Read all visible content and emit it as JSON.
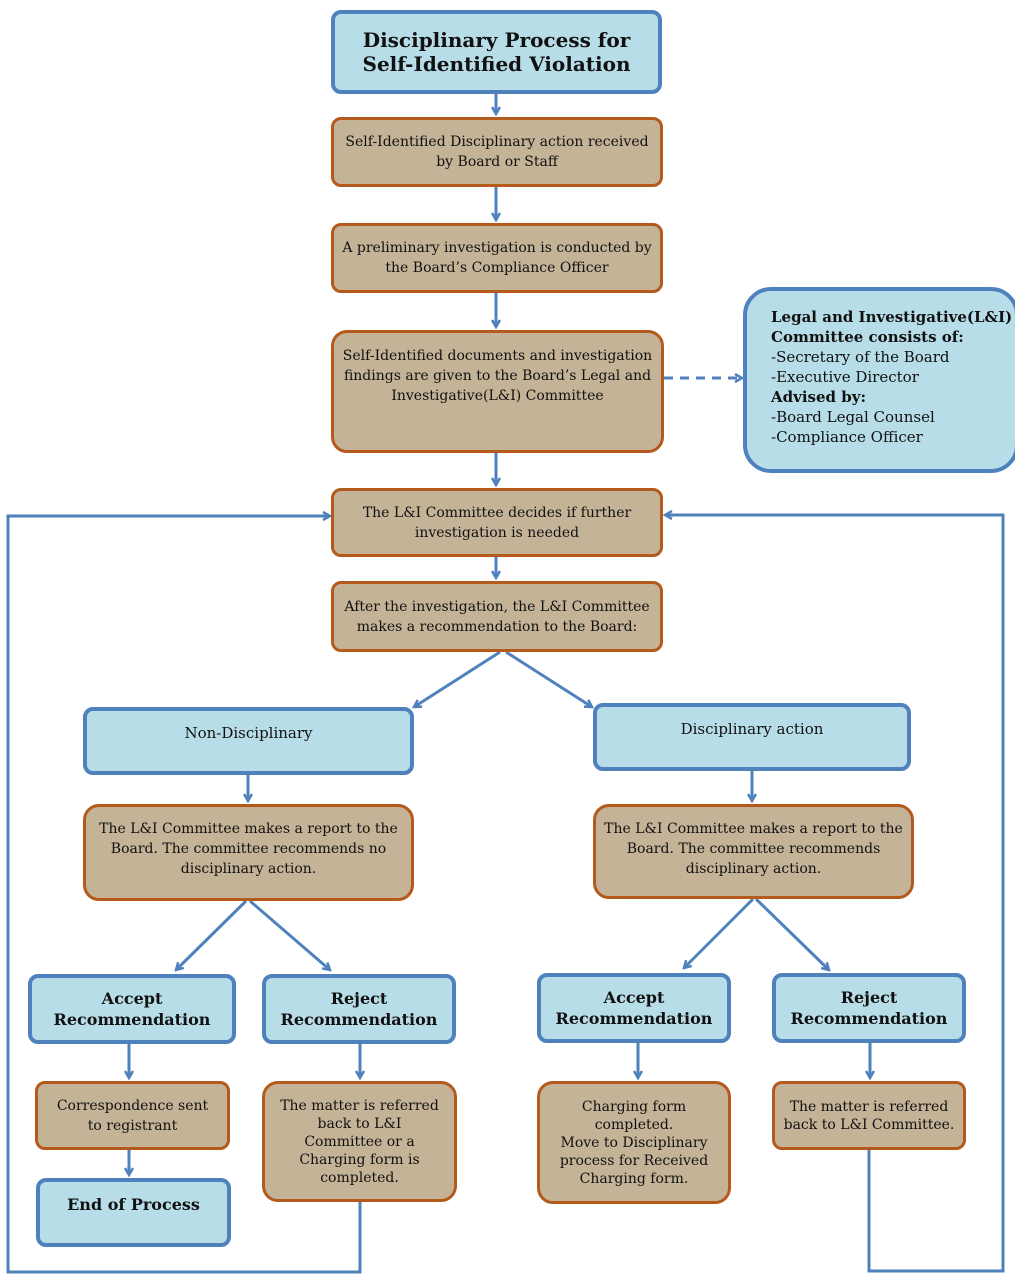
{
  "title": {
    "line1": "Disciplinary Process for",
    "line2": "Self-Identified Violation"
  },
  "steps": {
    "received": {
      "line1": "Self-Identified Disciplinary action received",
      "line2": "by Board or Staff"
    },
    "preliminary": {
      "line1": "A preliminary investigation is conducted by",
      "line2": "the Board’s Compliance Officer"
    },
    "documents": {
      "line1": "Self-Identified documents and investigation",
      "line2": "findings are given to the Board’s Legal and",
      "line3": "Investigative(L&I) Committee"
    },
    "decides": {
      "line1": "The L&I Committee decides if further",
      "line2": "investigation is needed"
    },
    "recommendation": {
      "line1": "After the investigation, the L&I Committee",
      "line2": "makes a recommendation to the Board:"
    }
  },
  "committee": {
    "heading1": "Legal and Investigative(L&I)",
    "heading2": "Committee consists of:",
    "member1": "-Secretary of the Board",
    "member2": "-Executive Director",
    "advised_heading": "Advised by:",
    "advisor1": "-Board Legal Counsel",
    "advisor2": "-Compliance Officer"
  },
  "non_disciplinary": {
    "label": "Non-Disciplinary",
    "report": {
      "line1": "The L&I Committee makes a report to the",
      "line2": "Board.  The committee recommends no",
      "line3": "disciplinary action."
    },
    "accept": {
      "line1": "Accept",
      "line2": "Recommendation"
    },
    "reject": {
      "line1": "Reject",
      "line2": "Recommendation"
    },
    "correspondence": {
      "line1": "Correspondence sent",
      "line2": "to registrant"
    },
    "end": "End of Process",
    "referred": {
      "line1": "The matter is referred",
      "line2": "back to L&I",
      "line3": "Committee or a",
      "line4": "Charging form is",
      "line5": "completed."
    }
  },
  "disciplinary": {
    "label": "Disciplinary action",
    "report": {
      "line1": "The L&I Committee makes a report to the",
      "line2": "Board.  The committee recommends",
      "line3": "disciplinary action."
    },
    "accept": {
      "line1": "Accept",
      "line2": "Recommendation"
    },
    "reject": {
      "line1": "Reject",
      "line2": "Recommendation"
    },
    "charging": {
      "line1": "Charging form",
      "line2": "completed.",
      "line3": "Move to Disciplinary",
      "line4": "process for Received",
      "line5": "Charging form."
    },
    "referred": {
      "line1": "The matter is referred",
      "line2": "back to L&I Committee."
    }
  },
  "colors": {
    "blue_fill": "#b7dde8",
    "blue_border": "#4f81bd",
    "tan_fill": "#c4b396",
    "tan_border": "#b45a1d",
    "arrow": "#4f81bd"
  }
}
